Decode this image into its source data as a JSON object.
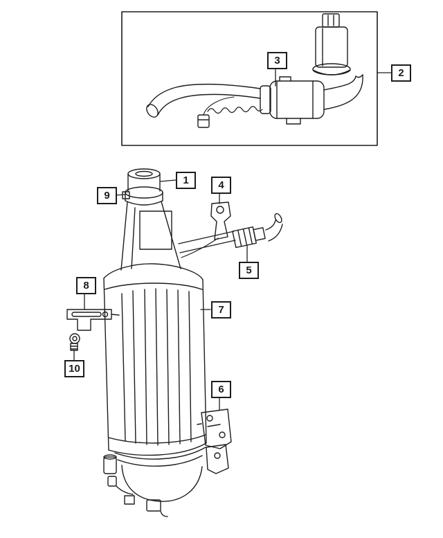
{
  "diagram": {
    "type": "parts-diagram",
    "background_color": "#ffffff",
    "line_color": "#1c1c1c",
    "callouts": [
      {
        "label": "1"
      },
      {
        "label": "2"
      },
      {
        "label": "3"
      },
      {
        "label": "4"
      },
      {
        "label": "5"
      },
      {
        "label": "6"
      },
      {
        "label": "7"
      },
      {
        "label": "8"
      },
      {
        "label": "9"
      },
      {
        "label": "10"
      }
    ]
  }
}
